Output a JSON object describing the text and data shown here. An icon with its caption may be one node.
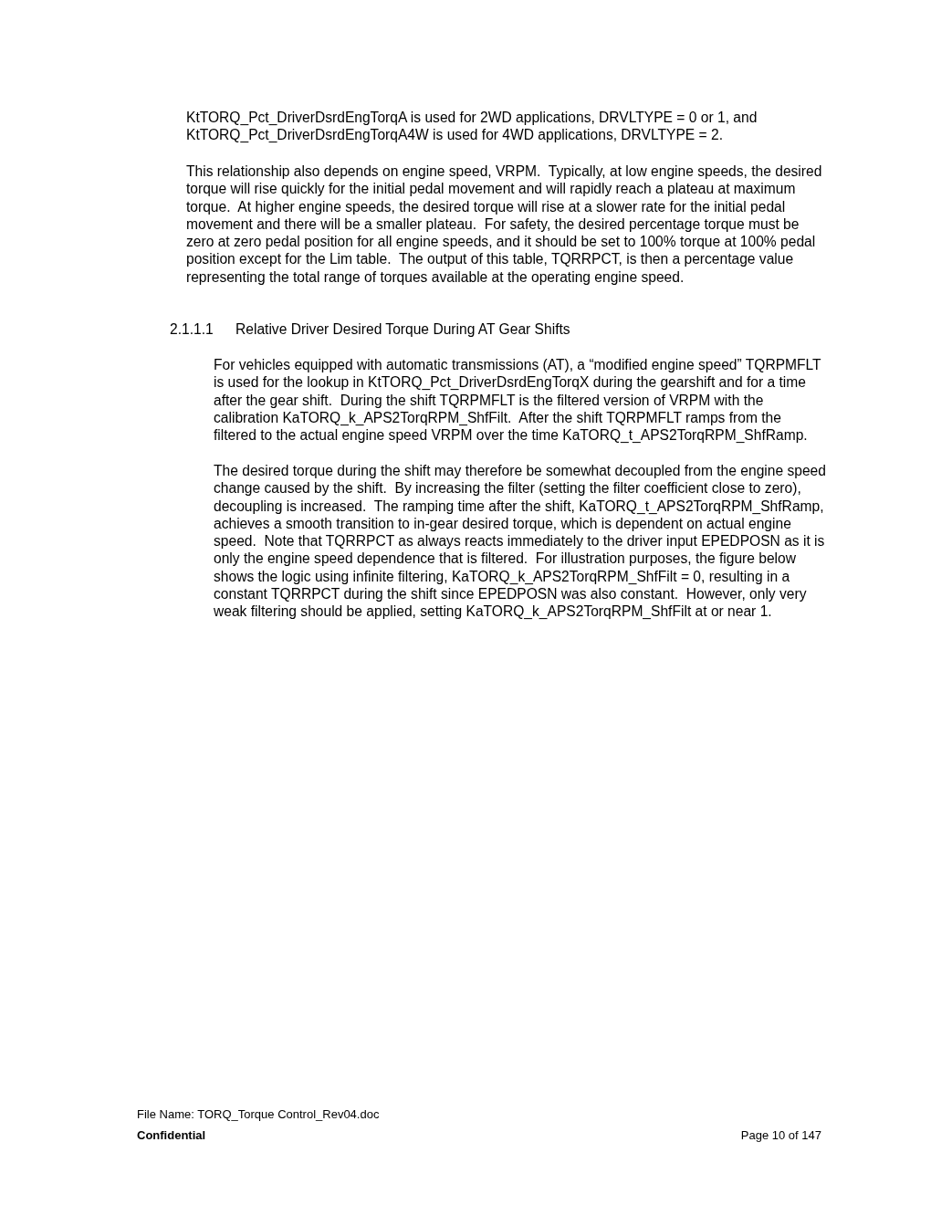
{
  "diagram": {
    "labels": [
      "KtTORQ_Pct_DriverDsrdEngTorqA is used for 2WD applications, DRVLTYPE = 0 or 1, and KtTORQ_Pct_DriverDsrdEngTorqA4W is used for 4WD applications, DRVLTYPE = 2.",
      "This relationship also depends on engine speed, VRPM.  Typically, at low engine speeds, the desired torque will rise quickly for the initial pedal movement and will rapidly reach a plateau at maximum torque.  At higher engine speeds, the desired torque will rise at a slower rate for the initial pedal movement and there will be a smaller plateau.  For safety, the desired percentage torque must be zero at zero pedal position for all engine speeds, and it should be set to 100% torque at 100% pedal position except for the Lim table.  The output of this table, TQRRPCT, is then a percentage value representing the total range of torques available at the operating engine speed.",
      "2.1.1.1",
      "Relative Driver Desired Torque During AT Gear Shifts",
      "For vehicles equipped with automatic transmissions (AT), a “modified engine speed” TQRPMFLT is used for the lookup in KtTORQ_Pct_DriverDsrdEngTorqX during the gearshift and for a time after the gear shift.  During the shift TQRPMFLT is the filtered version of VRPM with the calibration KaTORQ_k_APS2TorqRPM_ShfFilt.  After the shift TQRPMFLT ramps from the filtered to the actual engine speed VRPM over the time KaTORQ_t_APS2TorqRPM_ShfRamp.",
      "The desired torque during the shift may therefore be somewhat decoupled from the engine speed change caused by the shift.  By increasing the filter (setting the filter coefficient close to zero), decoupling is increased.  The ramping time after the shift, KaTORQ_t_APS2TorqRPM_ShfRamp, achieves a smooth transition to in-gear desired torque, which is dependent on actual engine speed.  Note that TQRRPCT as always reacts immediately to the driver input EPEDPOSN as it is only the engine speed dependence that is filtered.  For illustration purposes, the figure below shows the logic using infinite filtering, KaTORQ_k_APS2TorqRPM_ShfFilt = 0, resulting in a constant TQRRPCT during the shift since EPEDPOSN was also constant.  However, only very weak filtering should be applied, setting KaTORQ_k_APS2TorqRPM_ShfFilt at or near 1.",
      "File Name: TORQ_Torque Control_Rev04.doc",
      "Confidential",
      "Page 10 of 147"
    ]
  }
}
